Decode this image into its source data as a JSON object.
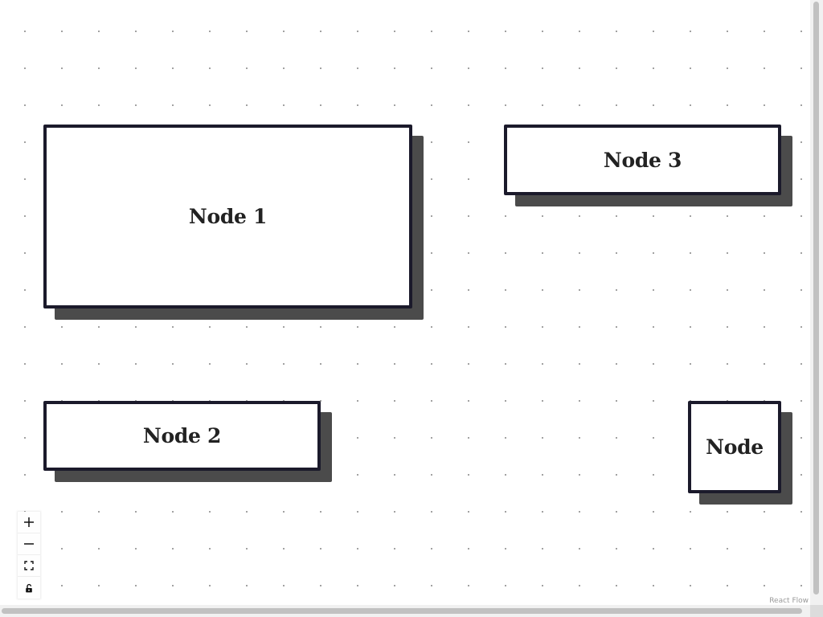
{
  "canvas": {
    "background": "dots",
    "dot_color": "#9b9b9b"
  },
  "nodes": [
    {
      "id": "1",
      "label": "Node 1"
    },
    {
      "id": "2",
      "label": "Node 2"
    },
    {
      "id": "3",
      "label": "Node 3"
    },
    {
      "id": "4",
      "label": "Node"
    }
  ],
  "node_style": {
    "border_color": "#1b1a2b",
    "shadow_color": "#4b4b4b",
    "fill": "#ffffff"
  },
  "controls": {
    "zoom_in_icon": "plus-icon",
    "zoom_out_icon": "minus-icon",
    "fit_view_icon": "fit-view-icon",
    "interactive_icon": "lock-icon"
  },
  "attribution": {
    "text": "React Flow"
  }
}
